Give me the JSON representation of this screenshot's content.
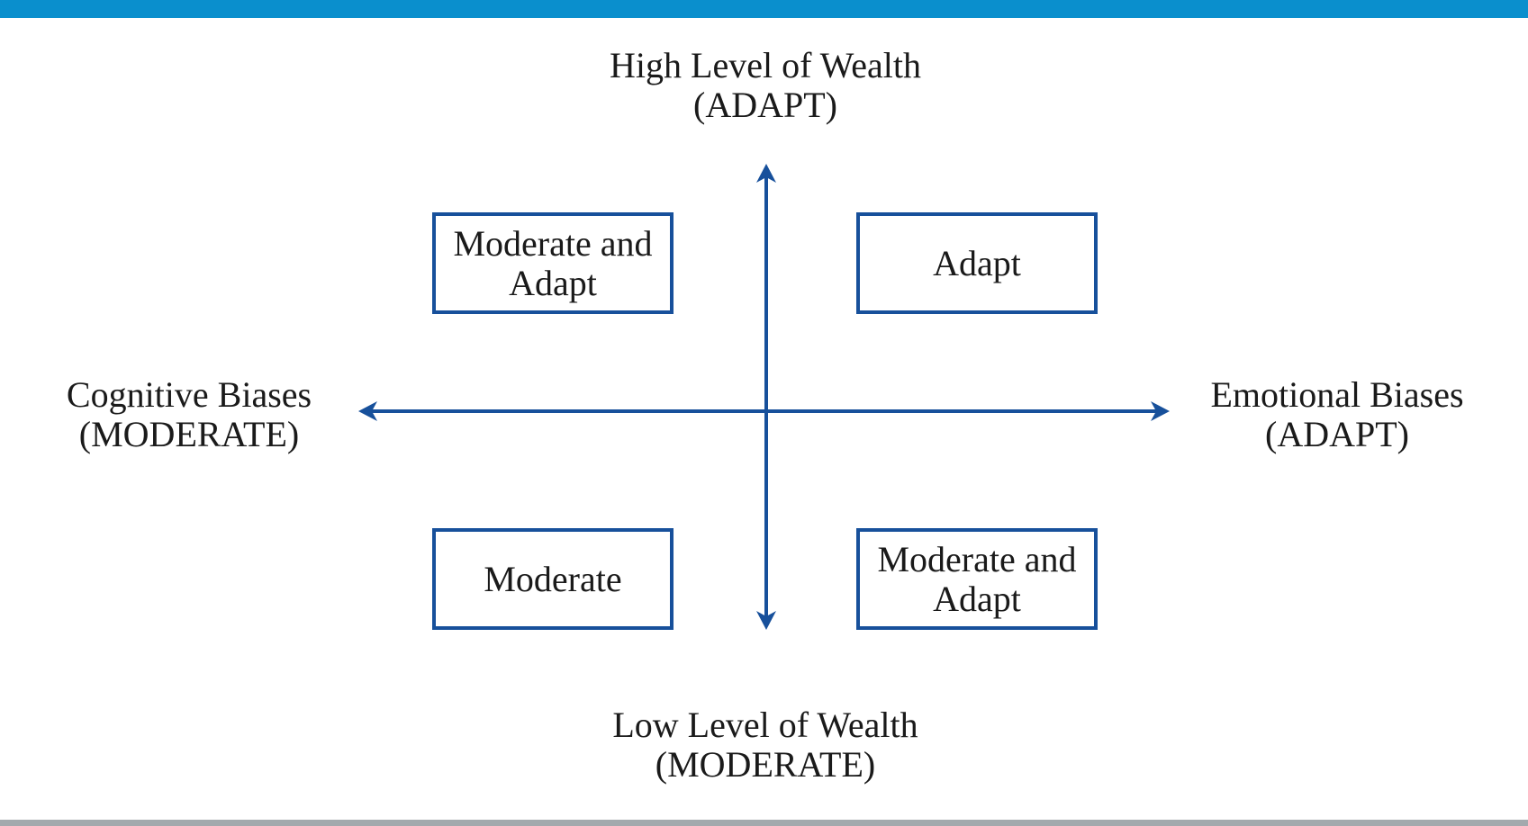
{
  "colors": {
    "top_bar": "#0a8fcd",
    "bottom_bar": "#a3a9ad",
    "axis": "#17509b",
    "box_border": "#17509b",
    "text": "#1a1a1a"
  },
  "axes": {
    "top": {
      "line1": "High Level of Wealth",
      "line2": "(ADAPT)"
    },
    "bottom": {
      "line1": "Low Level of Wealth",
      "line2": "(MODERATE)"
    },
    "left": {
      "line1": "Cognitive Biases",
      "line2": "(MODERATE)"
    },
    "right": {
      "line1": "Emotional Biases",
      "line2": "(ADAPT)"
    }
  },
  "quadrants": {
    "top_left": {
      "line1": "Moderate and",
      "line2": "Adapt"
    },
    "top_right": {
      "line1": "Adapt"
    },
    "bottom_left": {
      "line1": "Moderate"
    },
    "bottom_right": {
      "line1": "Moderate and",
      "line2": "Adapt"
    }
  },
  "icons": {
    "arrow_up": "arrow-up-icon",
    "arrow_down": "arrow-down-icon",
    "arrow_left": "arrow-left-icon",
    "arrow_right": "arrow-right-icon"
  }
}
